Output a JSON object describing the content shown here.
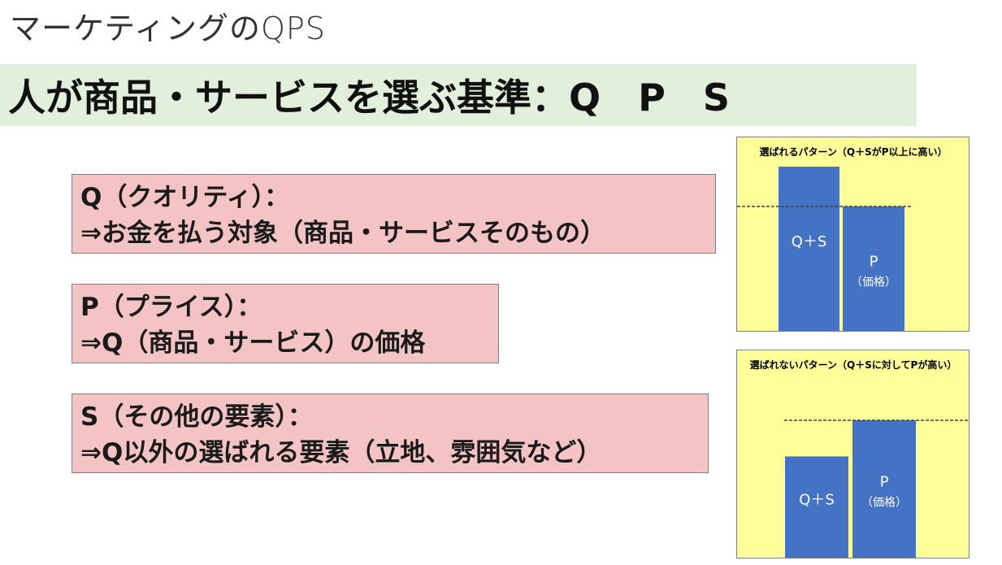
{
  "slide": {
    "title": "マーケティングのQPS",
    "headline": "人が商品・サービスを選ぶ基準：Q　P　S"
  },
  "definitions": [
    {
      "heading": "Q（クオリティ）：",
      "description": "⇒お金を払う対象（商品・サービスそのもの）"
    },
    {
      "heading": "P（プライス）：",
      "description": "⇒Q（商品・サービス）の価格"
    },
    {
      "heading": "S（その他の要素）：",
      "description": "⇒Q以外の選ばれる要素（立地、雰囲気など）"
    }
  ],
  "colors": {
    "headline_bg": "#e2efda",
    "definition_bg": "#f4c4c4",
    "chart_bg": "#ffff99",
    "bar": "#4472c4",
    "reference_line": "#404040"
  },
  "chart_data": [
    {
      "type": "bar",
      "title": "選ばれるパターン（Q＋SがP以上に高い）",
      "categories": [
        "Q＋S",
        "P"
      ],
      "category_sublabels": [
        "",
        "（価格）"
      ],
      "values": [
        1.0,
        0.76
      ],
      "reference_line": 0.76,
      "ylim": [
        0,
        1.0
      ],
      "grid": false
    },
    {
      "type": "bar",
      "title": "選ばれないパターン（Q＋Sに対してPが高い）",
      "categories": [
        "Q＋S",
        "P"
      ],
      "category_sublabels": [
        "",
        "（価格）"
      ],
      "values": [
        0.74,
        1.0
      ],
      "reference_line": 1.0,
      "ylim": [
        0,
        1.0
      ],
      "grid": false
    }
  ]
}
